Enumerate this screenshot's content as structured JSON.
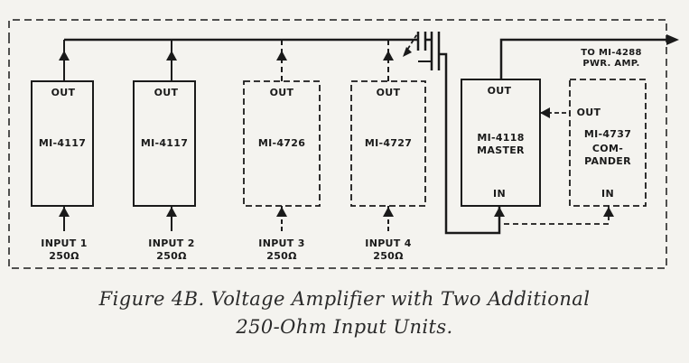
{
  "units": [
    {
      "out": "OUT",
      "model": "MI-4117",
      "input": "INPUT 1",
      "impedance": "250Ω"
    },
    {
      "out": "OUT",
      "model": "MI-4117",
      "input": "INPUT 2",
      "impedance": "250Ω"
    },
    {
      "out": "OUT",
      "model": "MI-4726",
      "input": "INPUT 3",
      "impedance": "250Ω"
    },
    {
      "out": "OUT",
      "model": "MI-4727",
      "input": "INPUT 4",
      "impedance": "250Ω"
    }
  ],
  "master": {
    "out": "OUT",
    "model_line1": "MI-4118",
    "model_line2": "MASTER",
    "in": "IN"
  },
  "compander": {
    "out": "OUT",
    "model_line1": "MI-4737",
    "model_line2": "COM-",
    "model_line3": "PANDER",
    "in": "IN"
  },
  "output_label": {
    "line1": "TO MI-4288",
    "line2": "PWR. AMP."
  },
  "caption": {
    "line1": "Figure 4B.  Voltage Amplifier with Two Additional",
    "line2": "250-Ohm Input Units."
  }
}
